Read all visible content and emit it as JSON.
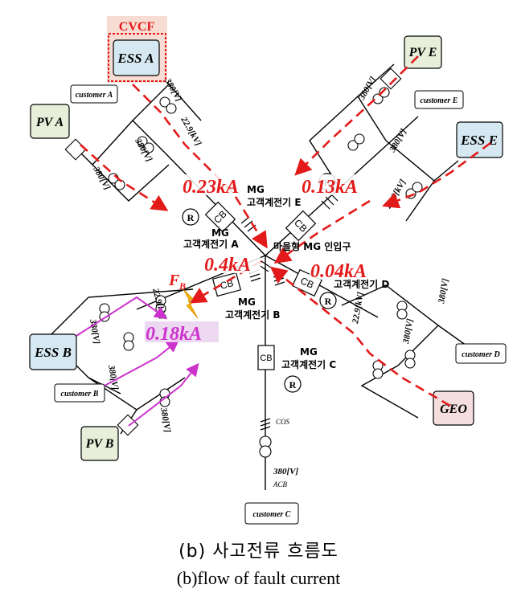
{
  "cvcf_label": "CVCF",
  "source_boxes": {
    "ess_a": "ESS A",
    "pv_a": "PV A",
    "pv_e": "PV E",
    "ess_e": "ESS E",
    "ess_b": "ESS B",
    "pv_b": "PV B",
    "geo": "GEO"
  },
  "customers": {
    "a": "customer A",
    "e": "customer E",
    "b": "customer B",
    "d": "customer D",
    "c": "customer C"
  },
  "meters": {
    "mg_a": "MG",
    "a_name": "고객계전기 A",
    "mg_e": "MG",
    "e_name": "고객계전기 E",
    "mg_b": "MG",
    "b_name": "고객계전기 B",
    "mg_c": "MG",
    "c_name": "고객계전기 C",
    "d_name": "고객계전기 D",
    "village": "마을형 MG 인입구"
  },
  "currents": {
    "a": "0.23kA",
    "e": "0.13kA",
    "center": "0.4kA",
    "d": "0.04kA",
    "b": "0.18kA"
  },
  "fault_label": "F",
  "fault_sub": "B",
  "device_labels": {
    "cb": "CB",
    "r": "R",
    "v380": "380[V]",
    "v229": "22.9[kV]",
    "cos_c1": "COS",
    "acb_c1": "ACB"
  },
  "colors": {
    "flow_red": "#e31a1a",
    "flow_purple": "#cc33cc",
    "ess_fill": "#d6e9f2",
    "pv_fill": "#e7efda",
    "geo_fill": "#f4dede",
    "cvcf_fill": "#f7dcd3",
    "cvcf_border": "#e31a1a",
    "fault_yellow": "#f5b400"
  },
  "caption_kr": "(b) 사고전류 흐름도",
  "caption_en": "(b)flow of fault current"
}
